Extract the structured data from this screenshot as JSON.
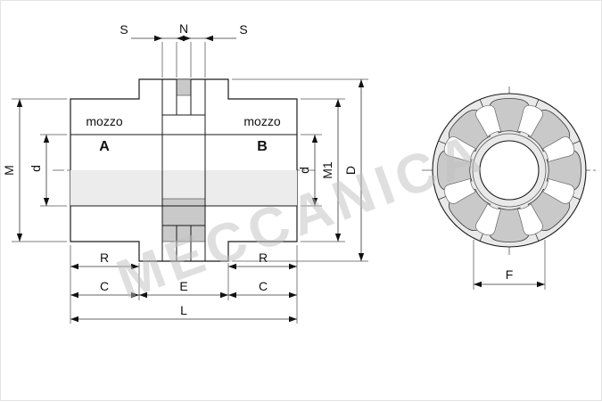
{
  "watermark": "MECCANICA",
  "side_view": {
    "hub_a": {
      "line1": "mozzo",
      "letter": "A"
    },
    "hub_b": {
      "line1": "mozzo",
      "letter": "B"
    },
    "dims": {
      "s_left": "S",
      "n": "N",
      "s_right": "S",
      "m": "M",
      "d_left": "d",
      "d_right": "d",
      "m1": "M1",
      "big_d": "D",
      "r_left": "R",
      "r_right": "R",
      "c_left": "C",
      "e": "E",
      "c_right": "C",
      "l": "L"
    }
  },
  "front_view": {
    "dims": {
      "f": "F"
    }
  },
  "colors": {
    "outline": "#1a1a1a",
    "section_light": "#ececec",
    "section_mid": "#c9c9c9",
    "spider_disc": "#e9e9e9",
    "spider_lobe": "#c9c9c9",
    "watermark": "#c0c0c0"
  }
}
